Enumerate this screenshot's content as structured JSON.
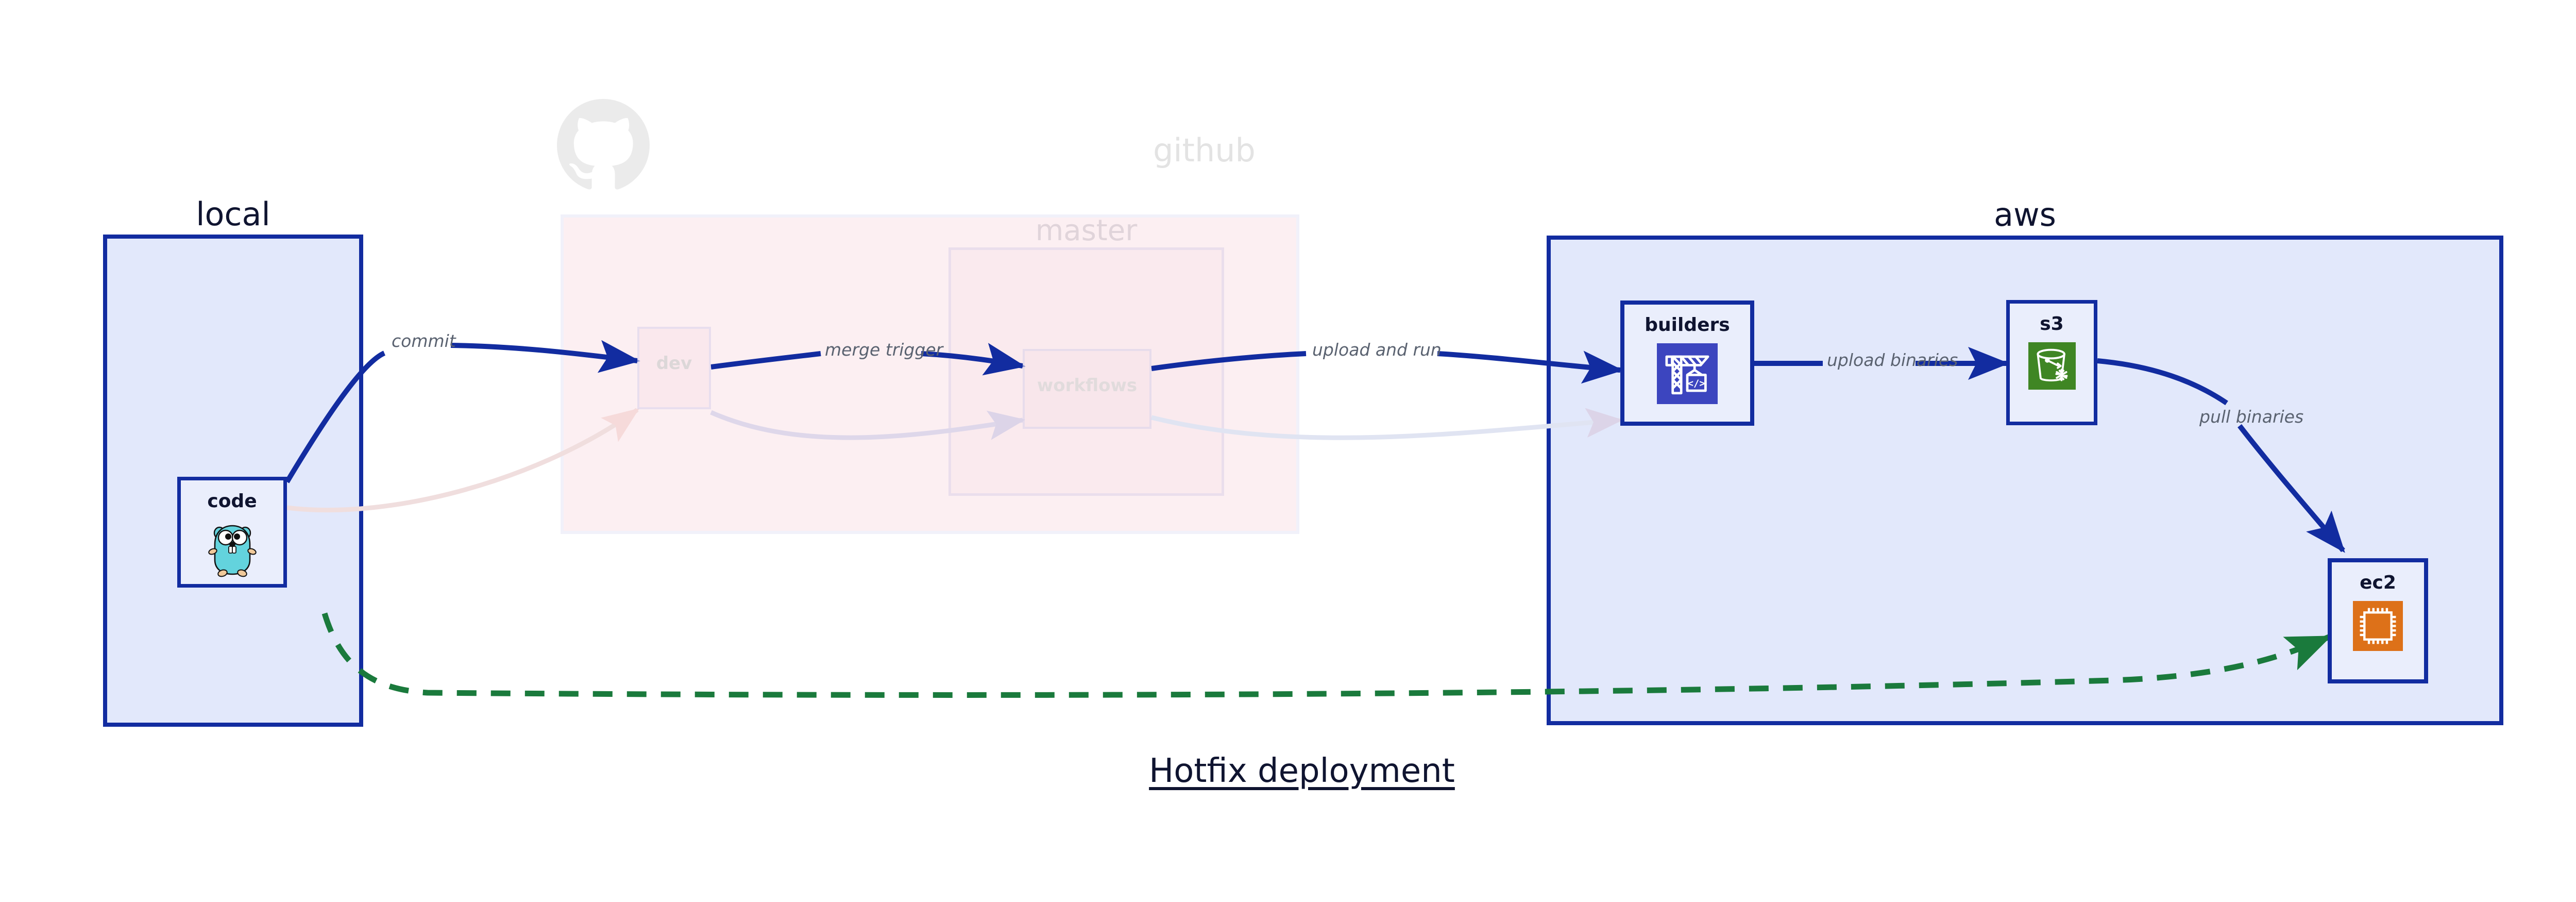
{
  "diagram": {
    "title": "Hotfix deployment",
    "clusters": [
      {
        "id": "local",
        "label": "local"
      },
      {
        "id": "github",
        "label": "github"
      },
      {
        "id": "master",
        "label": "master"
      },
      {
        "id": "aws",
        "label": "aws"
      }
    ],
    "nodes": [
      {
        "id": "code",
        "label": "code",
        "icon": "go-gopher-icon",
        "cluster": "local"
      },
      {
        "id": "dev",
        "label": "dev",
        "icon": "none",
        "cluster": "github"
      },
      {
        "id": "workflows",
        "label": "workflows",
        "icon": "none",
        "cluster": "master"
      },
      {
        "id": "builders",
        "label": "builders",
        "icon": "aws-codebuild-icon",
        "cluster": "aws"
      },
      {
        "id": "s3",
        "label": "s3",
        "icon": "aws-s3-glacier-icon",
        "cluster": "aws"
      },
      {
        "id": "ec2",
        "label": "ec2",
        "icon": "aws-ec2-icon",
        "cluster": "aws"
      }
    ],
    "edges": [
      {
        "id": "commit",
        "label": "commit",
        "from": "code",
        "to": "dev",
        "style": "solid",
        "color": "#122ca0"
      },
      {
        "id": "merge-trigger",
        "label": "merge trigger",
        "from": "dev",
        "to": "workflows",
        "style": "solid",
        "color": "#122ca0"
      },
      {
        "id": "upload-and-run",
        "label": "upload and run",
        "from": "workflows",
        "to": "builders",
        "style": "solid",
        "color": "#122ca0"
      },
      {
        "id": "upload-binaries",
        "label": "upload binaries",
        "from": "builders",
        "to": "s3",
        "style": "solid",
        "color": "#122ca0"
      },
      {
        "id": "pull-binaries",
        "label": "pull binaries",
        "from": "s3",
        "to": "ec2",
        "style": "solid",
        "color": "#122ca0"
      },
      {
        "id": "hotfix-direct",
        "label": "",
        "from": "code",
        "to": "ec2",
        "style": "dashed",
        "color": "#1a7a3c"
      }
    ],
    "colors": {
      "cluster_blue_fill": "#e2e8fb",
      "cluster_blue_border": "#122ca0",
      "cluster_pink_fill": "#fae3e9",
      "node_fill": "#eaeefc",
      "edge_blue": "#122ca0",
      "edge_green": "#1a7a3c",
      "label_gray": "#5a6270",
      "title_navy": "#0f1430",
      "icon_codebuild_bg": "#3c45bf",
      "icon_s3_bg": "#3f8624",
      "icon_ec2_bg": "#dd7119",
      "gopher_body": "#63d3dd"
    }
  }
}
